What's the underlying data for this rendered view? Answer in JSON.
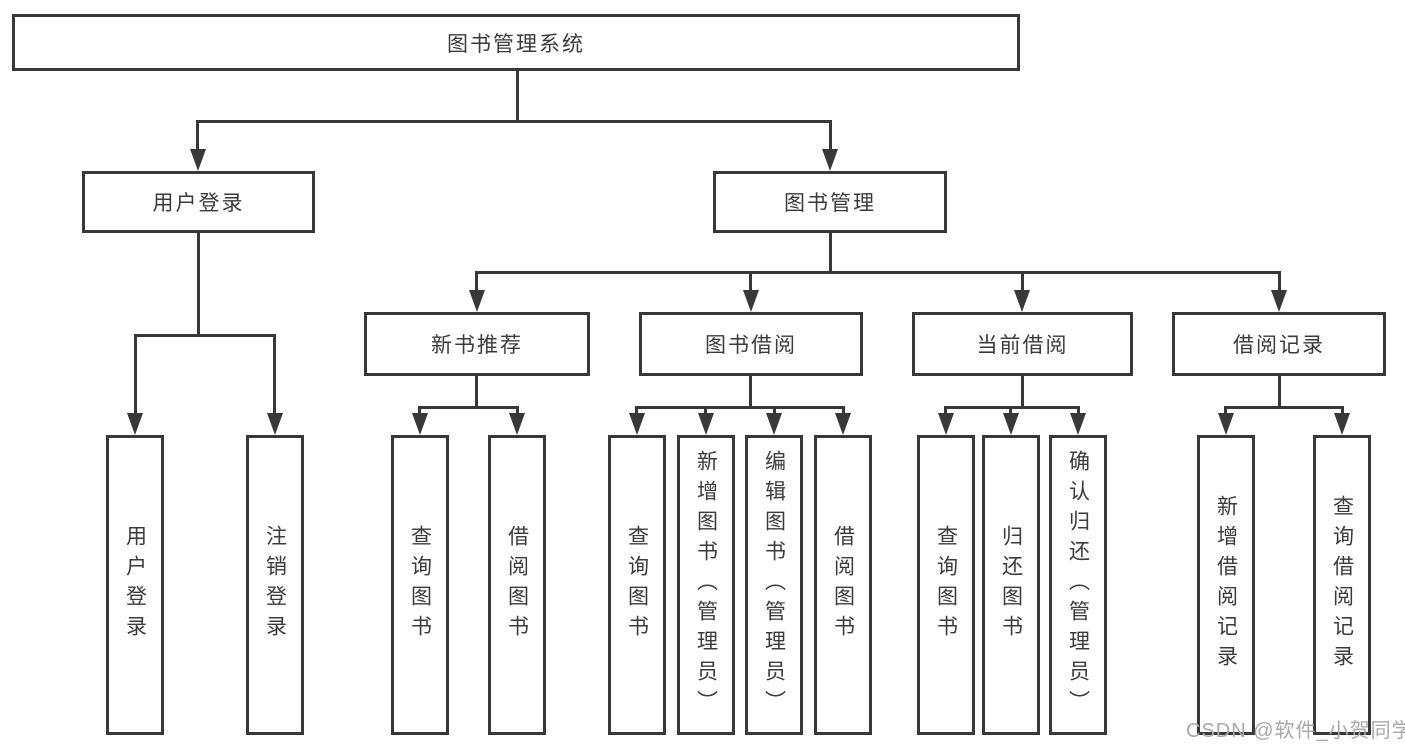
{
  "diagram_type": "function-structure-tree",
  "colors": {
    "line": "#383838",
    "text": "#3b3b3b",
    "watermark": "#a9a9a9",
    "background": "#ffffff"
  },
  "tree": {
    "label": "图书管理系统",
    "children": [
      {
        "label": "用户登录",
        "children": [
          {
            "label": "用户登录"
          },
          {
            "label": "注销登录"
          }
        ]
      },
      {
        "label": "图书管理",
        "children": [
          {
            "label": "新书推荐",
            "children": [
              {
                "label": "查询图书"
              },
              {
                "label": "借阅图书"
              }
            ]
          },
          {
            "label": "图书借阅",
            "children": [
              {
                "label": "查询图书"
              },
              {
                "label": "新增图书（管理员）"
              },
              {
                "label": "编辑图书（管理员）"
              },
              {
                "label": "借阅图书"
              }
            ]
          },
          {
            "label": "当前借阅",
            "children": [
              {
                "label": "查询图书"
              },
              {
                "label": "归还图书"
              },
              {
                "label": "确认归还（管理员）"
              }
            ]
          },
          {
            "label": "借阅记录",
            "children": [
              {
                "label": "新增借阅记录"
              },
              {
                "label": "查询借阅记录"
              }
            ]
          }
        ]
      }
    ]
  },
  "watermark": "CSDN @软件_小贺同学"
}
